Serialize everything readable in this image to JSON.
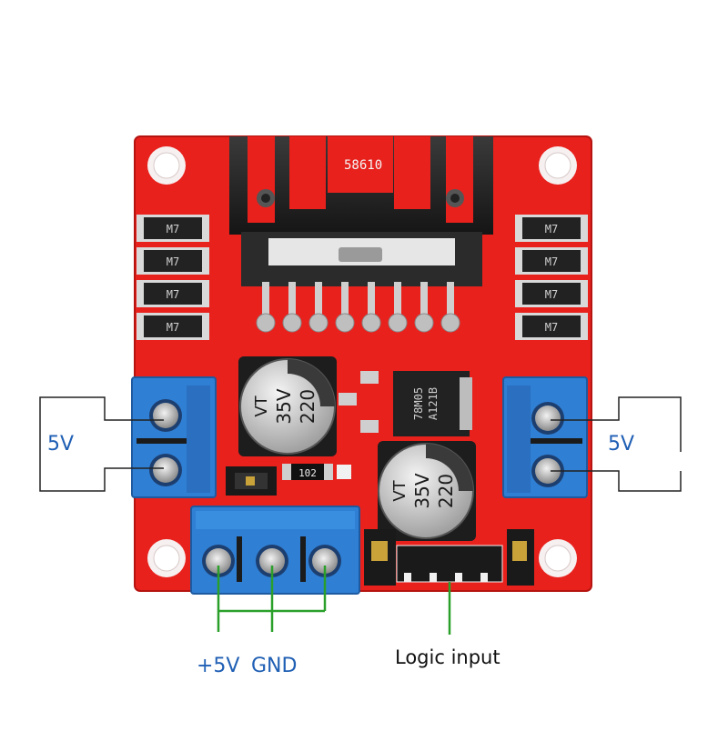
{
  "image": {
    "subject": "L298N dual H-bridge motor driver board",
    "board_color": "#e8211d",
    "terminal_color": "#2f7fd4",
    "heatsink_color": "#222222",
    "wire_color": "#2aa02a"
  },
  "board_markings": {
    "heatsink_code": "58610",
    "diode_label": "M7",
    "capacitor_voltage": "35V",
    "capacitor_value": "220",
    "capacitor_brand": "VT",
    "regulator_line1": "78M05",
    "regulator_line2": "A121B",
    "resistor_code": "102"
  },
  "annotations": {
    "left_motor": "5V",
    "right_motor": "5V",
    "power_plus": "+5V",
    "power_gnd": "GND",
    "logic": "Logic input"
  }
}
